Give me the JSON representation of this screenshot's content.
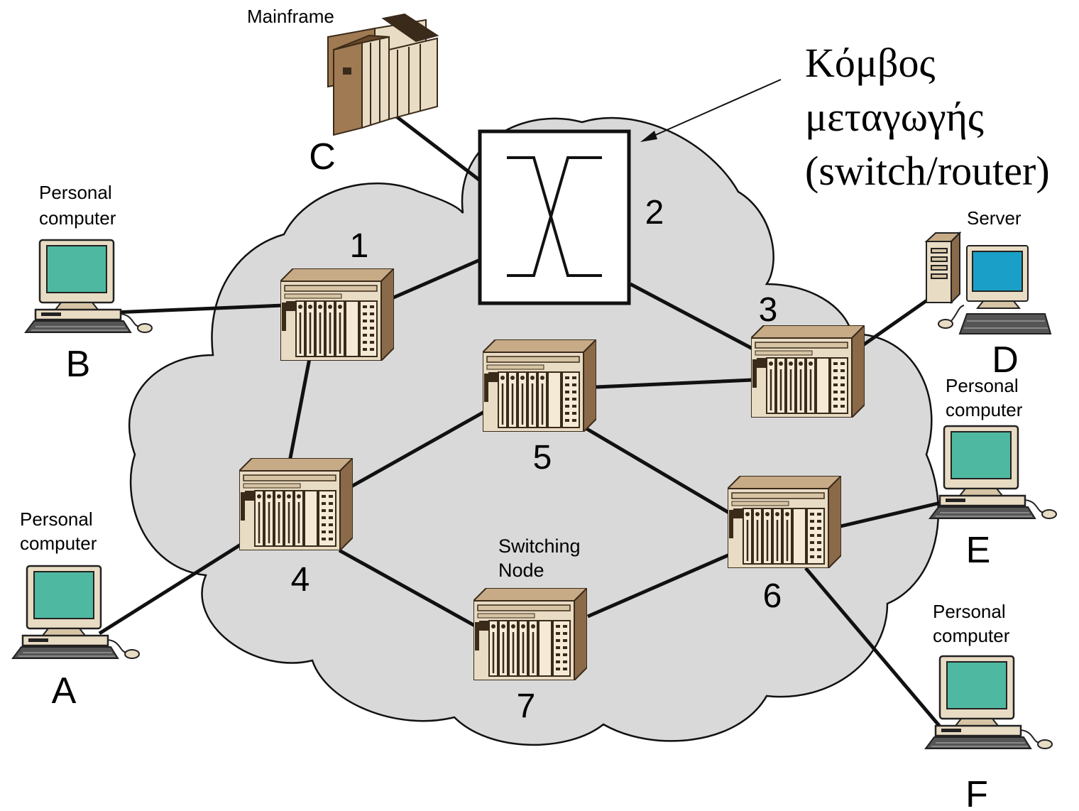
{
  "callout": {
    "line1": "Κόμβος",
    "line2": "μεταγωγής",
    "line3": "(switch/router)"
  },
  "nodes": {
    "n1": "1",
    "n2": "2",
    "n3": "3",
    "n4": "4",
    "n5": "5",
    "n6": "6",
    "n7": "7"
  },
  "switching_node_label": {
    "line1": "Switching",
    "line2": "Node"
  },
  "stations": {
    "A": {
      "letter": "A",
      "type_line1": "Personal",
      "type_line2": "computer"
    },
    "B": {
      "letter": "B",
      "type_line1": "Personal",
      "type_line2": "computer"
    },
    "C": {
      "letter": "C",
      "type": "Mainframe"
    },
    "D": {
      "letter": "D",
      "type": "Server"
    },
    "E": {
      "letter": "E",
      "type_line1": "Personal",
      "type_line2": "computer"
    },
    "F": {
      "letter": "F",
      "type_line1": "Personal",
      "type_line2": "computer"
    }
  },
  "colors": {
    "cloud": "#d9d9d9",
    "equipment_body": "#e9dcc4",
    "equipment_side": "#8a6a48",
    "pc_screen": "#4fb8a0",
    "server_screen": "#1aa0c8"
  }
}
